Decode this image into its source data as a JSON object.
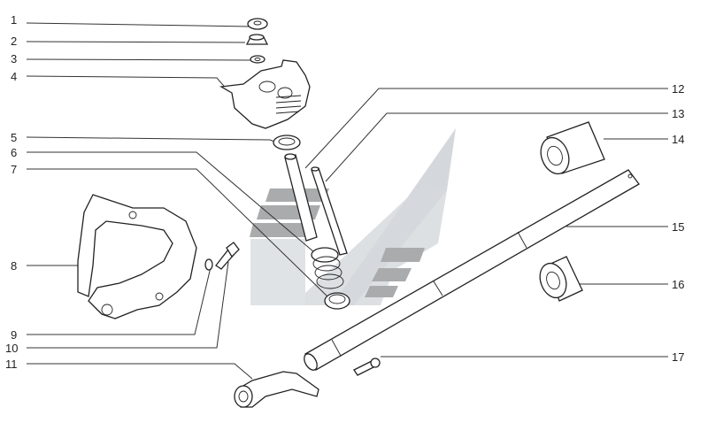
{
  "diagram": {
    "colors": {
      "background": "#ffffff",
      "line": "#222222",
      "watermark_light": "#d4d8dc",
      "watermark_dark": "#a9abad"
    },
    "callouts": [
      {
        "number": "1"
      },
      {
        "number": "2"
      },
      {
        "number": "3"
      },
      {
        "number": "4"
      },
      {
        "number": "5"
      },
      {
        "number": "6"
      },
      {
        "number": "7"
      },
      {
        "number": "8"
      },
      {
        "number": "9"
      },
      {
        "number": "10"
      },
      {
        "number": "11"
      },
      {
        "number": "12"
      },
      {
        "number": "13"
      },
      {
        "number": "14"
      },
      {
        "number": "15"
      },
      {
        "number": "16"
      },
      {
        "number": "17"
      }
    ]
  }
}
